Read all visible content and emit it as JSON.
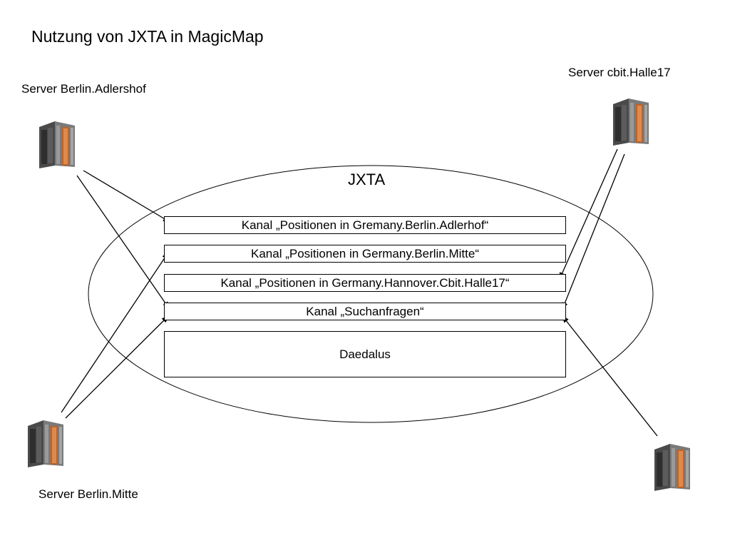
{
  "title": "Nutzung von JXTA in MagicMap",
  "network_label": "JXTA",
  "servers": {
    "adlershof": {
      "label": "Server Berlin.Adlershof",
      "icon": "server-rack-icon"
    },
    "cbit": {
      "label": "Server cbit.Halle17",
      "icon": "server-rack-icon"
    },
    "mitte": {
      "label": "Server Berlin.Mitte",
      "icon": "server-rack-icon"
    },
    "unnamed": {
      "label": "",
      "icon": "server-rack-icon"
    }
  },
  "channels": {
    "adlerhof": "Kanal „Positionen in Gremany.Berlin.Adlerhof“",
    "mitte": "Kanal „Positionen in Germany.Berlin.Mitte“",
    "halle": "Kanal „Positionen in Germany.Hannover.Cbit.Halle17“",
    "such": "Kanal „Suchanfragen“",
    "daedalus": "Daedalus"
  },
  "colors": {
    "line": "#000000",
    "rack_orange": "#c0622a",
    "rack_gray": "#6b6b6b"
  }
}
